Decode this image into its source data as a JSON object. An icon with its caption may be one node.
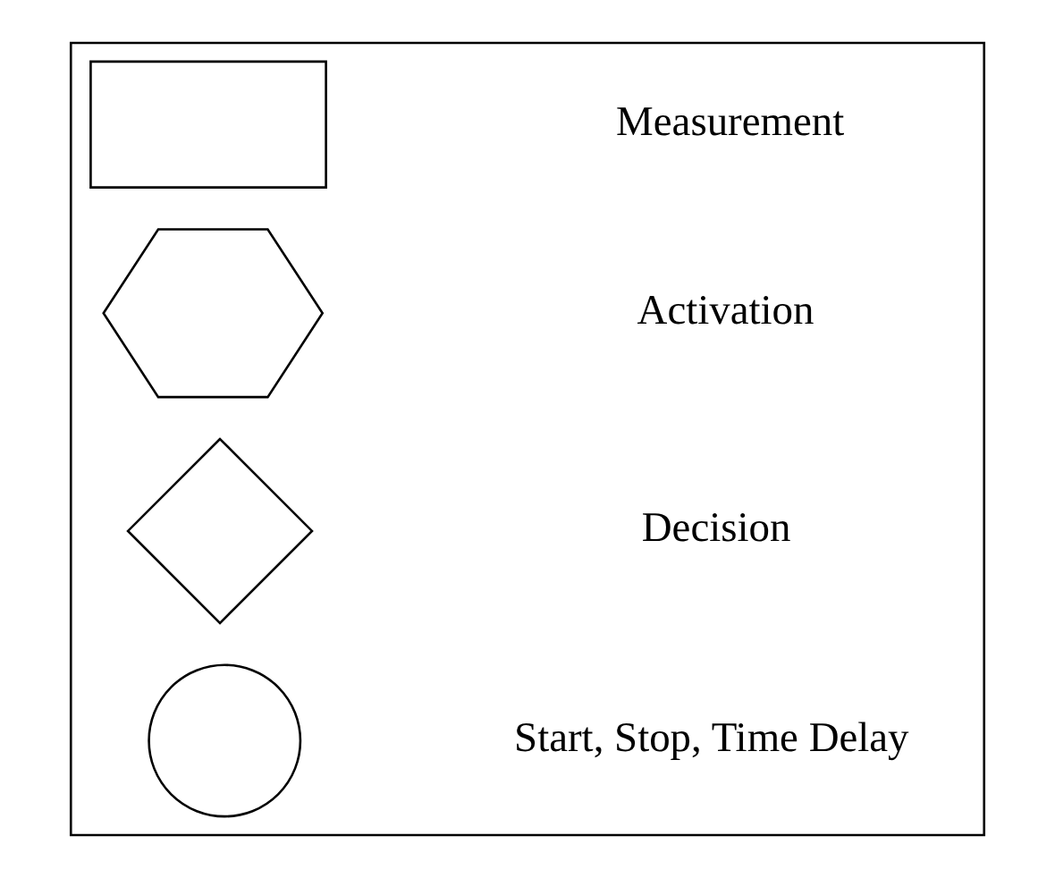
{
  "diagram": {
    "nodes": [
      {
        "text": [],
        "shape": "box"
      },
      {
        "text": [],
        "shape": "box",
        "in": 0
      },
      {
        "text": [],
        "shape": "hexagon",
        "in": 0
      },
      {
        "text": [],
        "shape": "diamond",
        "in": 0
      },
      {
        "text": [],
        "shape": "circle",
        "in": 0
      }
    ],
    "legend": [
      {
        "text": "Measurement"
      },
      {
        "text": "Activation"
      },
      {
        "text": "Decision"
      },
      {
        "text": "Start, Stop, Time Delay"
      }
    ]
  }
}
